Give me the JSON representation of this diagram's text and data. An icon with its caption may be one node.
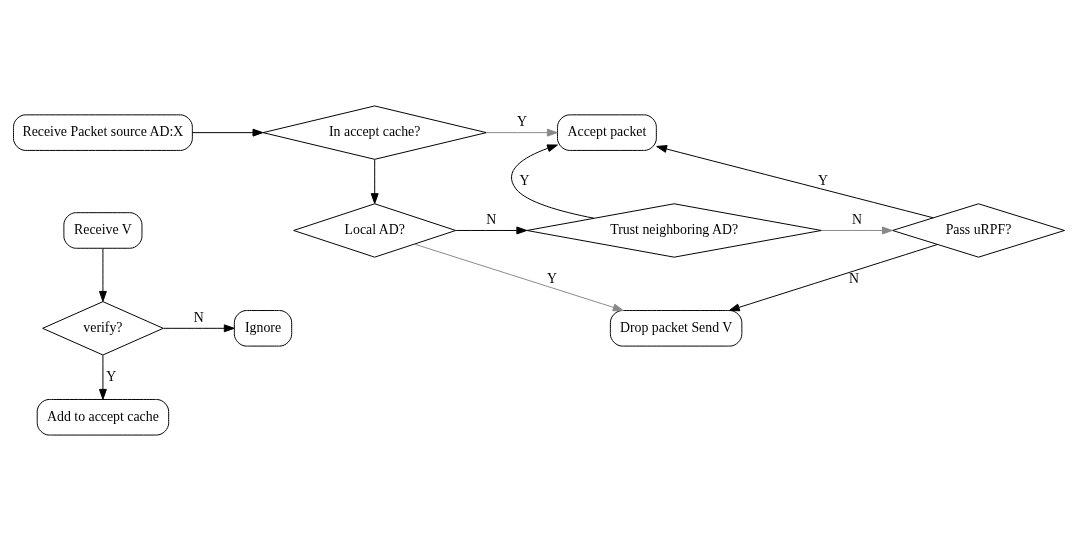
{
  "diagram": {
    "nodes": [
      {
        "text": [
          "Receive Packet source AD:X"
        ]
      },
      {
        "text": [
          "In accept cache?"
        ]
      },
      {
        "text": [
          "Accept packet"
        ]
      },
      {
        "text": [
          "Local AD?"
        ]
      },
      {
        "text": [
          "Trust neighboring AD?"
        ]
      },
      {
        "text": [
          "Pass uRPF?"
        ]
      },
      {
        "text": [
          "Drop packet Send V"
        ]
      },
      {
        "text": [
          "Receive V"
        ]
      },
      {
        "text": [
          "verify?"
        ]
      },
      {
        "text": [
          "Ignore"
        ]
      },
      {
        "text": [
          "Add to accept cache"
        ]
      }
    ],
    "edges": [
      {
        "from": 0,
        "to": 1,
        "arrow": "to"
      },
      {
        "from": 1,
        "to": 2,
        "arrow": "to",
        "label": "Y",
        "color": "#888888"
      },
      {
        "from": 1,
        "to": 3,
        "arrow": "to"
      },
      {
        "from": 3,
        "to": 4,
        "arrow": "to",
        "label": "N"
      },
      {
        "from": 3,
        "to": 6,
        "arrow": "to",
        "label": "Y",
        "color": "#888888"
      },
      {
        "from": 4,
        "to": 2,
        "arrow": "to",
        "label": "Y"
      },
      {
        "from": 4,
        "to": 5,
        "arrow": "to",
        "label": "N",
        "color": "#888888"
      },
      {
        "from": 5,
        "to": 2,
        "arrow": "to",
        "label": "Y"
      },
      {
        "from": 5,
        "to": 6,
        "arrow": "to",
        "label": "N"
      },
      {
        "from": 7,
        "to": 8,
        "arrow": "to"
      },
      {
        "from": 8,
        "to": 9,
        "arrow": "to",
        "label": "N"
      },
      {
        "from": 8,
        "to": 10,
        "arrow": "to",
        "label": "Y"
      }
    ]
  }
}
